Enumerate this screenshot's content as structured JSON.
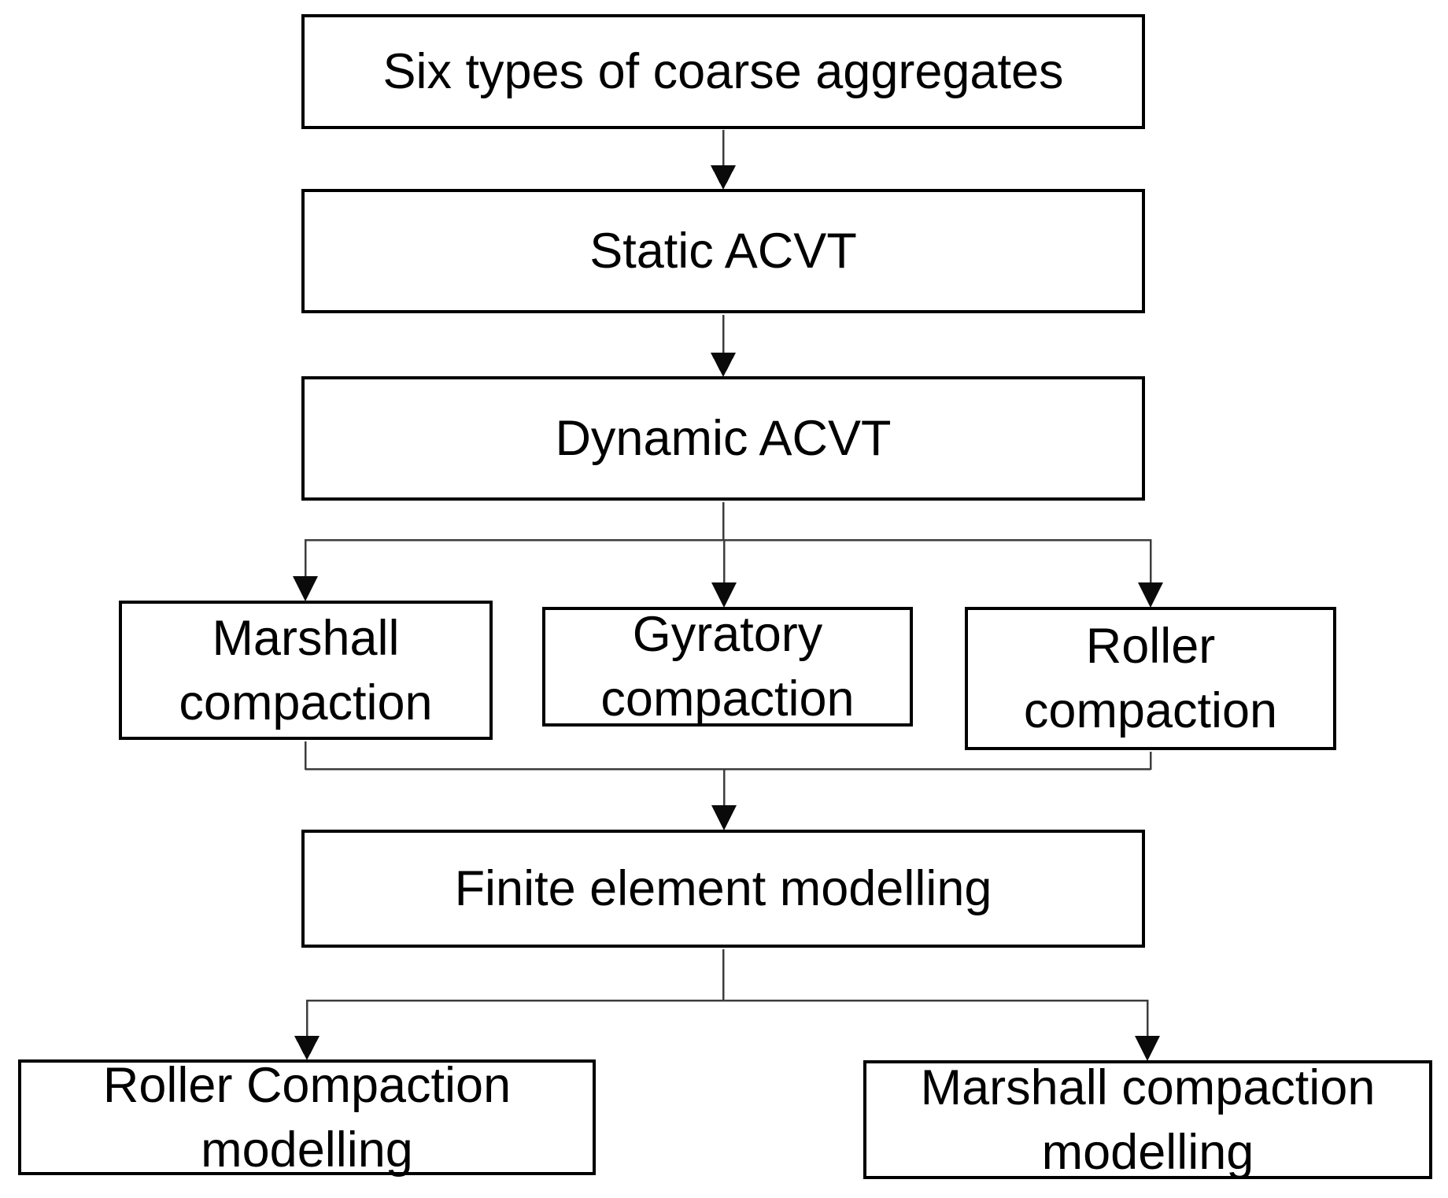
{
  "colors": {
    "background": "#ffffff",
    "box_border": "#000000",
    "box_fill": "#ffffff",
    "text": "#000000",
    "connector": "#3d3d3d"
  },
  "nodes": {
    "six_types": {
      "label": "Six types of coarse aggregates"
    },
    "static_acvt": {
      "label": "Static ACVT"
    },
    "dynamic_acvt": {
      "label": "Dynamic ACVT"
    },
    "marshall_compaction": {
      "label": "Marshall compaction"
    },
    "gyratory_compaction": {
      "label": "Gyratory compaction"
    },
    "roller_compaction": {
      "label": "Roller compaction"
    },
    "finite_element": {
      "label": "Finite element modelling"
    },
    "roller_modelling": {
      "label": "Roller Compaction modelling"
    },
    "marshall_modelling": {
      "label": "Marshall compaction modelling"
    }
  },
  "edges": [
    {
      "from": "six_types",
      "to": "static_acvt"
    },
    {
      "from": "static_acvt",
      "to": "dynamic_acvt"
    },
    {
      "from": "dynamic_acvt",
      "to": "marshall_compaction"
    },
    {
      "from": "dynamic_acvt",
      "to": "gyratory_compaction"
    },
    {
      "from": "dynamic_acvt",
      "to": "roller_compaction"
    },
    {
      "from": "marshall_compaction",
      "to": "finite_element"
    },
    {
      "from": "gyratory_compaction",
      "to": "finite_element"
    },
    {
      "from": "roller_compaction",
      "to": "finite_element"
    },
    {
      "from": "finite_element",
      "to": "roller_modelling"
    },
    {
      "from": "finite_element",
      "to": "marshall_modelling"
    }
  ]
}
